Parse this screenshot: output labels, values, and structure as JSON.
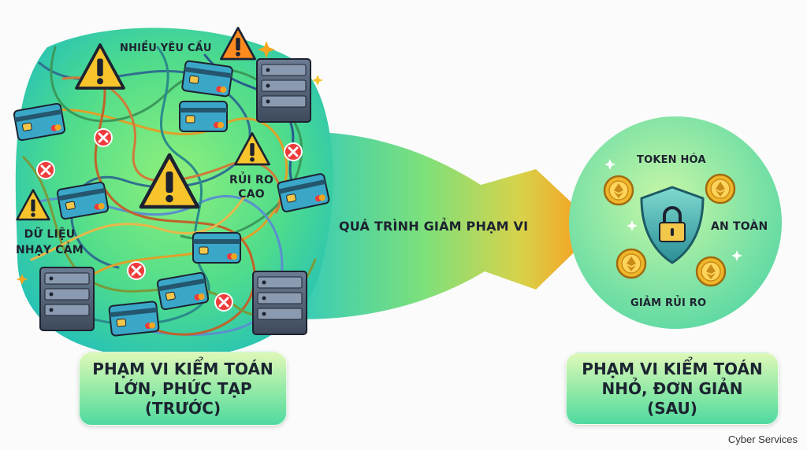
{
  "left_labels": {
    "requests": "NHIỀU YÊU CẦU",
    "high_risk_line1": "RỦI RO",
    "high_risk_line2": "CAO",
    "sensitive_line1": "DỮ LIỆU",
    "sensitive_line2": "NHẠY CẢM"
  },
  "arrow_label": "QUÁ TRÌNH GIẢM PHẠM VI",
  "right_labels": {
    "tokenize": "TOKEN HÓA",
    "secure": "AN TOÀN",
    "reduce_risk": "GIẢM RỦI RO"
  },
  "panel_before": {
    "line1": "PHẠM VI KIỂM TOÁN",
    "line2": "LỚN, PHỨC TẠP",
    "line3": "(TRƯỚC)"
  },
  "panel_after": {
    "line1": "PHẠM VI KIỂM TOÁN",
    "line2": "NHỎ, ĐƠN GIẢN",
    "line3": "(SAU)"
  },
  "footer": "Cyber Services",
  "colors": {
    "blob_green": "#5fe08a",
    "blob_teal": "#27c7b8",
    "arrow_orange": "#ff9a1a",
    "warning_yellow": "#f7c52b",
    "warning_orange": "#ff8a1e",
    "error_red": "#ee3b3b",
    "coin_gold": "#f0b62a",
    "shield_teal": "#3fb6a9"
  }
}
